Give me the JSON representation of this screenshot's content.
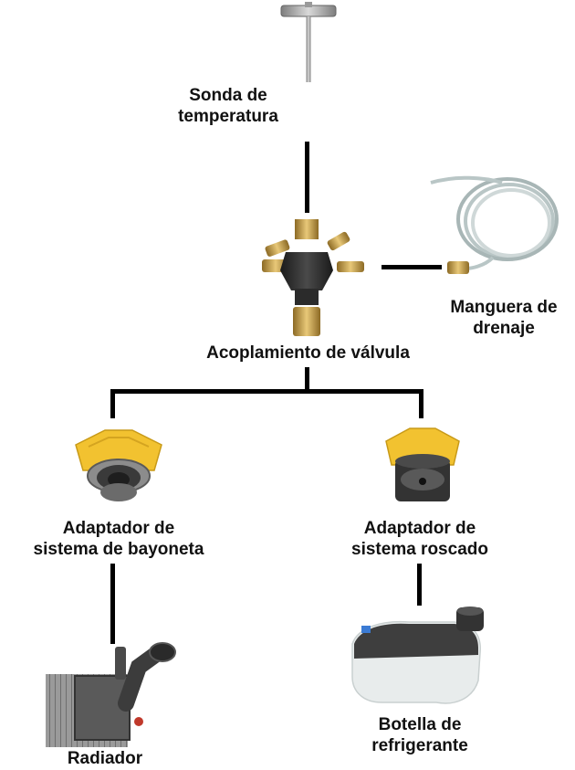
{
  "colors": {
    "connector": "#000000",
    "label_text": "#111111",
    "adapter_yellow": "#f2c230",
    "brass": "#c9a24a",
    "valve_body": "#2b2b2b"
  },
  "components": {
    "probe": {
      "line1": "Sonda de",
      "line2": "temperatura",
      "icon": "temperature-probe-icon"
    },
    "hose": {
      "line1": "Manguera de",
      "line2": "drenaje",
      "icon": "drain-hose-icon"
    },
    "coupling": {
      "line1": "Acoplamiento de válvula",
      "icon": "valve-coupling-icon"
    },
    "bayonet": {
      "line1": "Adaptador de",
      "line2": "sistema de bayoneta",
      "icon": "bayonet-adapter-icon"
    },
    "threaded": {
      "line1": "Adaptador de",
      "line2": "sistema roscado",
      "icon": "threaded-adapter-icon"
    },
    "radiator": {
      "line1": "Radiador",
      "icon": "radiator-icon"
    },
    "bottle": {
      "line1": "Botella de",
      "line2": "refrigerante",
      "icon": "coolant-bottle-icon"
    }
  }
}
